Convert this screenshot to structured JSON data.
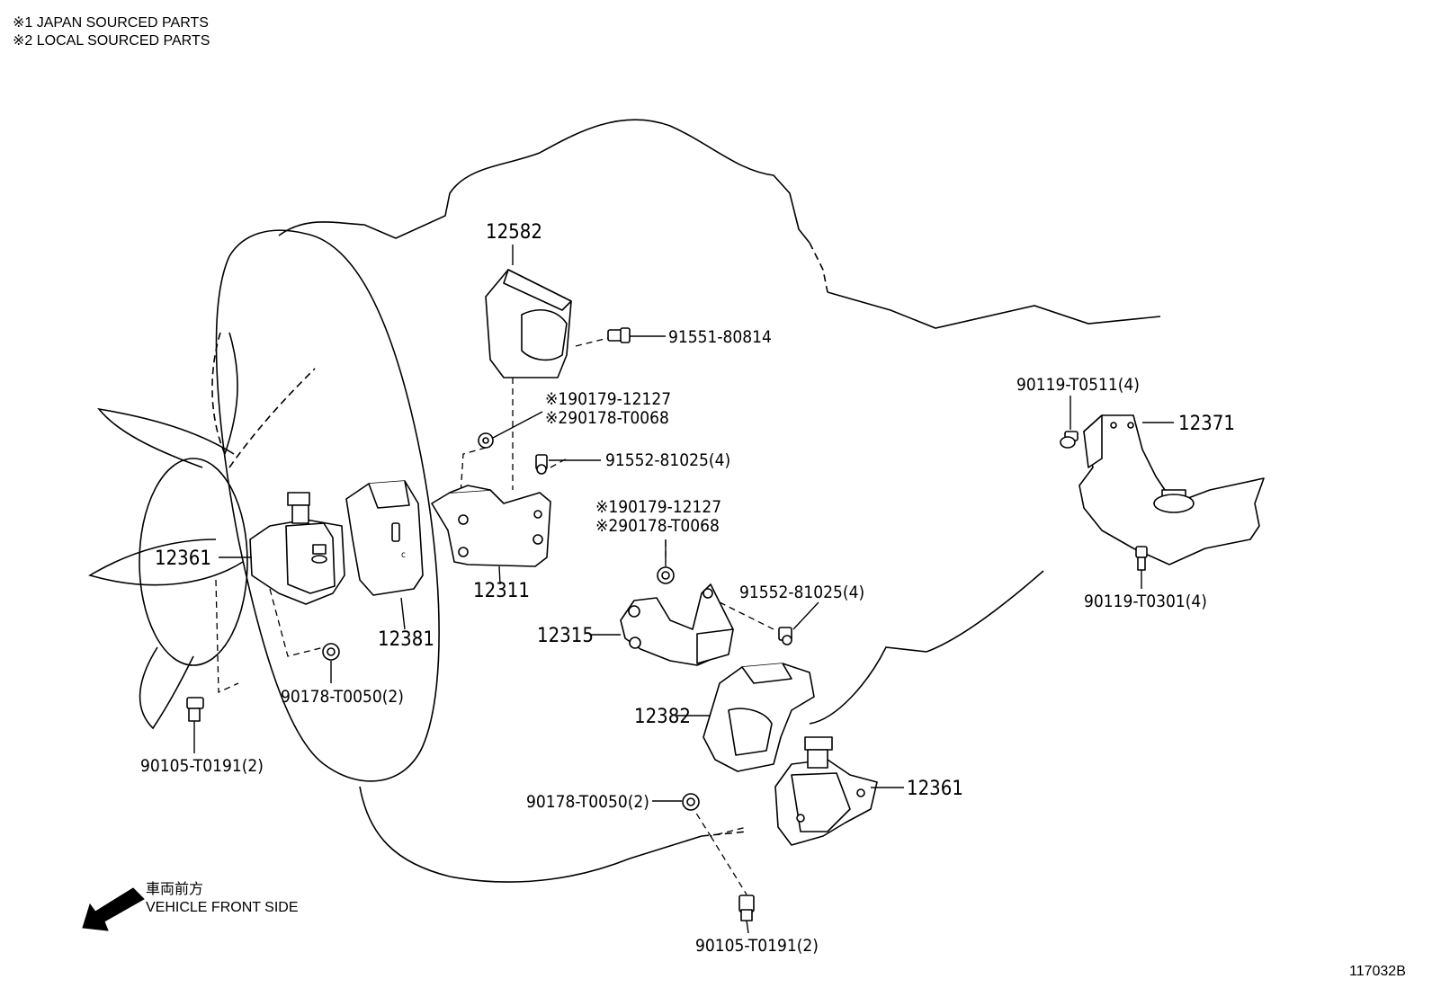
{
  "notes": {
    "japan": "※1 JAPAN SOURCED PARTS",
    "local": "※2 LOCAL SOURCED PARTS"
  },
  "direction": {
    "jp": "車両前方",
    "en": "VEHICLE FRONT SIDE"
  },
  "diagram_id": "117032B",
  "callouts": {
    "p12582": "12582",
    "p91551": "91551-80814",
    "p90179a": "※190179-12127",
    "p90178a": "※290178-T0068",
    "p91552a": "91552-81025(4)",
    "p12361a": "12361",
    "p12381": "12381",
    "p12311": "12311",
    "p90178b": "90178-T0050(2)",
    "p90105a": "90105-T0191(2)",
    "p90179b": "※190179-12127",
    "p90178c": "※290178-T0068",
    "p91552b": "91552-81025(4)",
    "p12315": "12315",
    "p12382": "12382",
    "p12361b": "12361",
    "p90178d": "90178-T0050(2)",
    "p90105b": "90105-T0191(2)",
    "p90119a": "90119-T0511(4)",
    "p12371": "12371",
    "p90119b": "90119-T0301(4)"
  }
}
